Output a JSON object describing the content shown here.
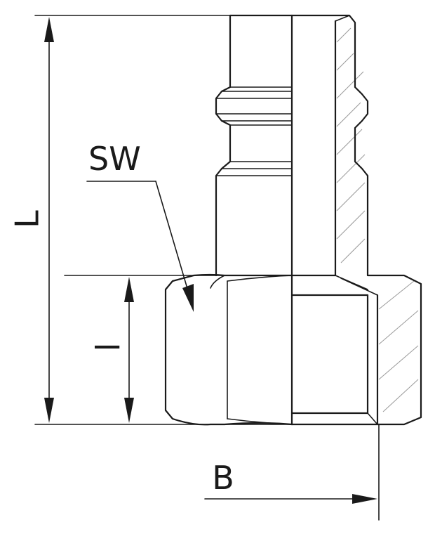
{
  "labels": {
    "length_total": "L",
    "thread_length": "l",
    "wrench_size": "SW",
    "thread_size": "B"
  },
  "colors": {
    "line": "#1a1a1a",
    "hatch": "#9a9a9a",
    "background": "#ffffff"
  }
}
